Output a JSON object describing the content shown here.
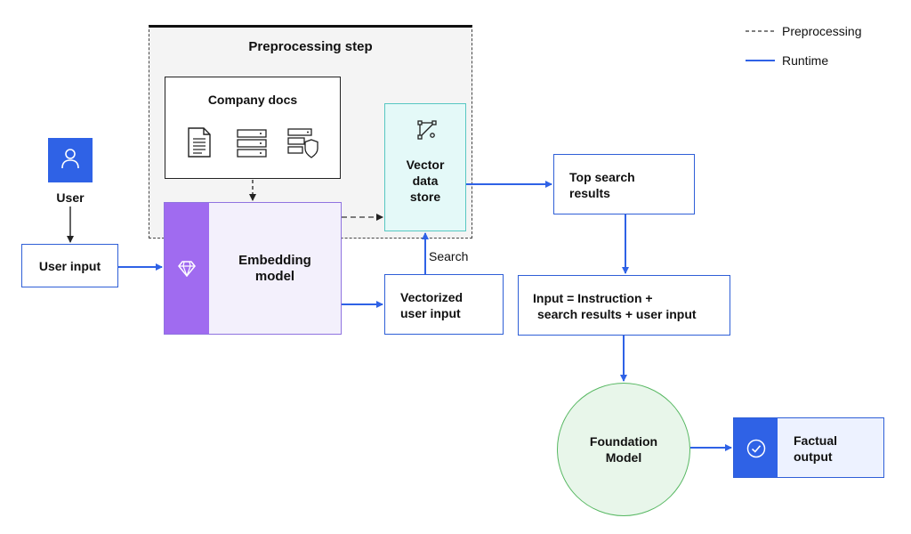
{
  "legend": {
    "dashed_label": "Preprocessing",
    "solid_label": "Runtime"
  },
  "preprocess": {
    "title": "Preprocessing step"
  },
  "company_docs": {
    "title": "Company docs"
  },
  "vector_store": {
    "line1": "Vector",
    "line2": "data",
    "line3": "store"
  },
  "user": {
    "label": "User"
  },
  "user_input": {
    "label": "User input"
  },
  "embedding": {
    "line1": "Embedding",
    "line2": "model"
  },
  "search": {
    "label": "Search"
  },
  "vectorized": {
    "line1": "Vectorized",
    "line2": "user input"
  },
  "top_results": {
    "line1": "Top search",
    "line2": "results"
  },
  "prompt_input": {
    "line1": "Input = Instruction +",
    "line2": "search results + user input"
  },
  "foundation": {
    "line1": "Foundation",
    "line2": "Model"
  },
  "factual": {
    "line1": "Factual",
    "line2": "output"
  },
  "colors": {
    "runtime_blue": "#2f62e6",
    "embedding_purple": "#a06bf0",
    "vector_teal": "#e4f9f8",
    "foundation_green": "#e8f6ea"
  }
}
